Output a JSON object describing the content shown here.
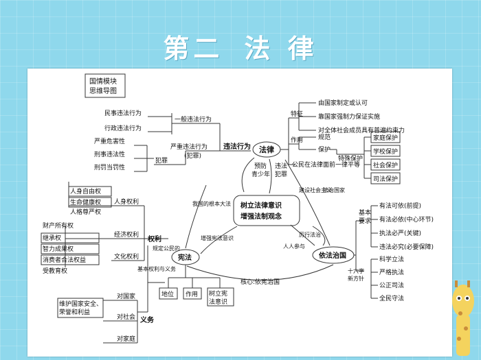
{
  "slide": {
    "title_part1": "第二",
    "title_part2": "法 律"
  },
  "diagram": {
    "legend_box": [
      "国情模块",
      "思维导图"
    ],
    "center": [
      "树立法律意识",
      "增强法制观念"
    ],
    "nodes": {
      "law": "法律",
      "constitution": "宪法",
      "rule_of_law": "依法治国",
      "illegal": "违法行为",
      "rights": "权利",
      "duties": "义务"
    },
    "law_branch": {
      "traits_label": "特征",
      "traits": [
        "由国家制定或认可",
        "靠国家强制力保证实施",
        "对全体社会成员具有普遍约束力"
      ],
      "functions_label": "作用",
      "regulate": "规范",
      "protect": "保护",
      "special_protect": "特殊保护",
      "protections": [
        "家庭保护",
        "学校保护",
        "社会保护",
        "司法保护"
      ],
      "equality": "公民在法律面前一律平等"
    },
    "illegal_branch": {
      "general_label": "一般违法行为",
      "general_items": [
        "民事违法行为",
        "行政违法行为"
      ],
      "serious_label": "严重违法行为",
      "serious_sub": "(犯罪)",
      "crime_label": "犯罪",
      "crime_traits": [
        "严重危害性",
        "刑事违法性",
        "刑罚当罚性"
      ]
    },
    "rights_branch": {
      "personal_label": "人身权利",
      "personal": [
        "人身自由权",
        "生命健康权",
        "人格尊严权"
      ],
      "economic_label": "经济权利",
      "economic": [
        "财产所有权",
        "继承权",
        "智力成果权",
        "消费者合法权益",
        "受教育权"
      ],
      "culture_label": "文化权利"
    },
    "duties_branch": {
      "country_label": "对国家",
      "country_item": [
        "维护国家安全、",
        "荣誉和利益"
      ],
      "society_label": "对社会",
      "family_label": "对家庭"
    },
    "constitution_branch": {
      "items": [
        "地位",
        "作用"
      ],
      "awareness": [
        "树立宪",
        "法意识"
      ],
      "content": [
        "规定公民的",
        "基本权利与义务"
      ],
      "core": "核心:依宪治国"
    },
    "rule_branch": {
      "basic_label": [
        "基本",
        "要求"
      ],
      "basic": [
        "有法可依(前提)",
        "有法必依(中心环节)",
        "执法必严(关键)",
        "违法必究(必要保障)"
      ],
      "policy_label": [
        "十六字",
        "新方针"
      ],
      "policy": [
        "科学立法",
        "严格执法",
        "公正司法",
        "全民守法"
      ]
    },
    "arrows": {
      "a1": [
        "预防",
        "青少年"
      ],
      "a2": [
        "违法",
        "犯罪"
      ],
      "a3": [
        "我国的根本大法"
      ],
      "a4": [
        "法治国家"
      ],
      "a5": [
        "建设社会主义"
      ],
      "a6": [
        "厉行法治"
      ],
      "a7": [
        "人人参与"
      ],
      "a8": [
        "增强宪法意识"
      ]
    }
  }
}
